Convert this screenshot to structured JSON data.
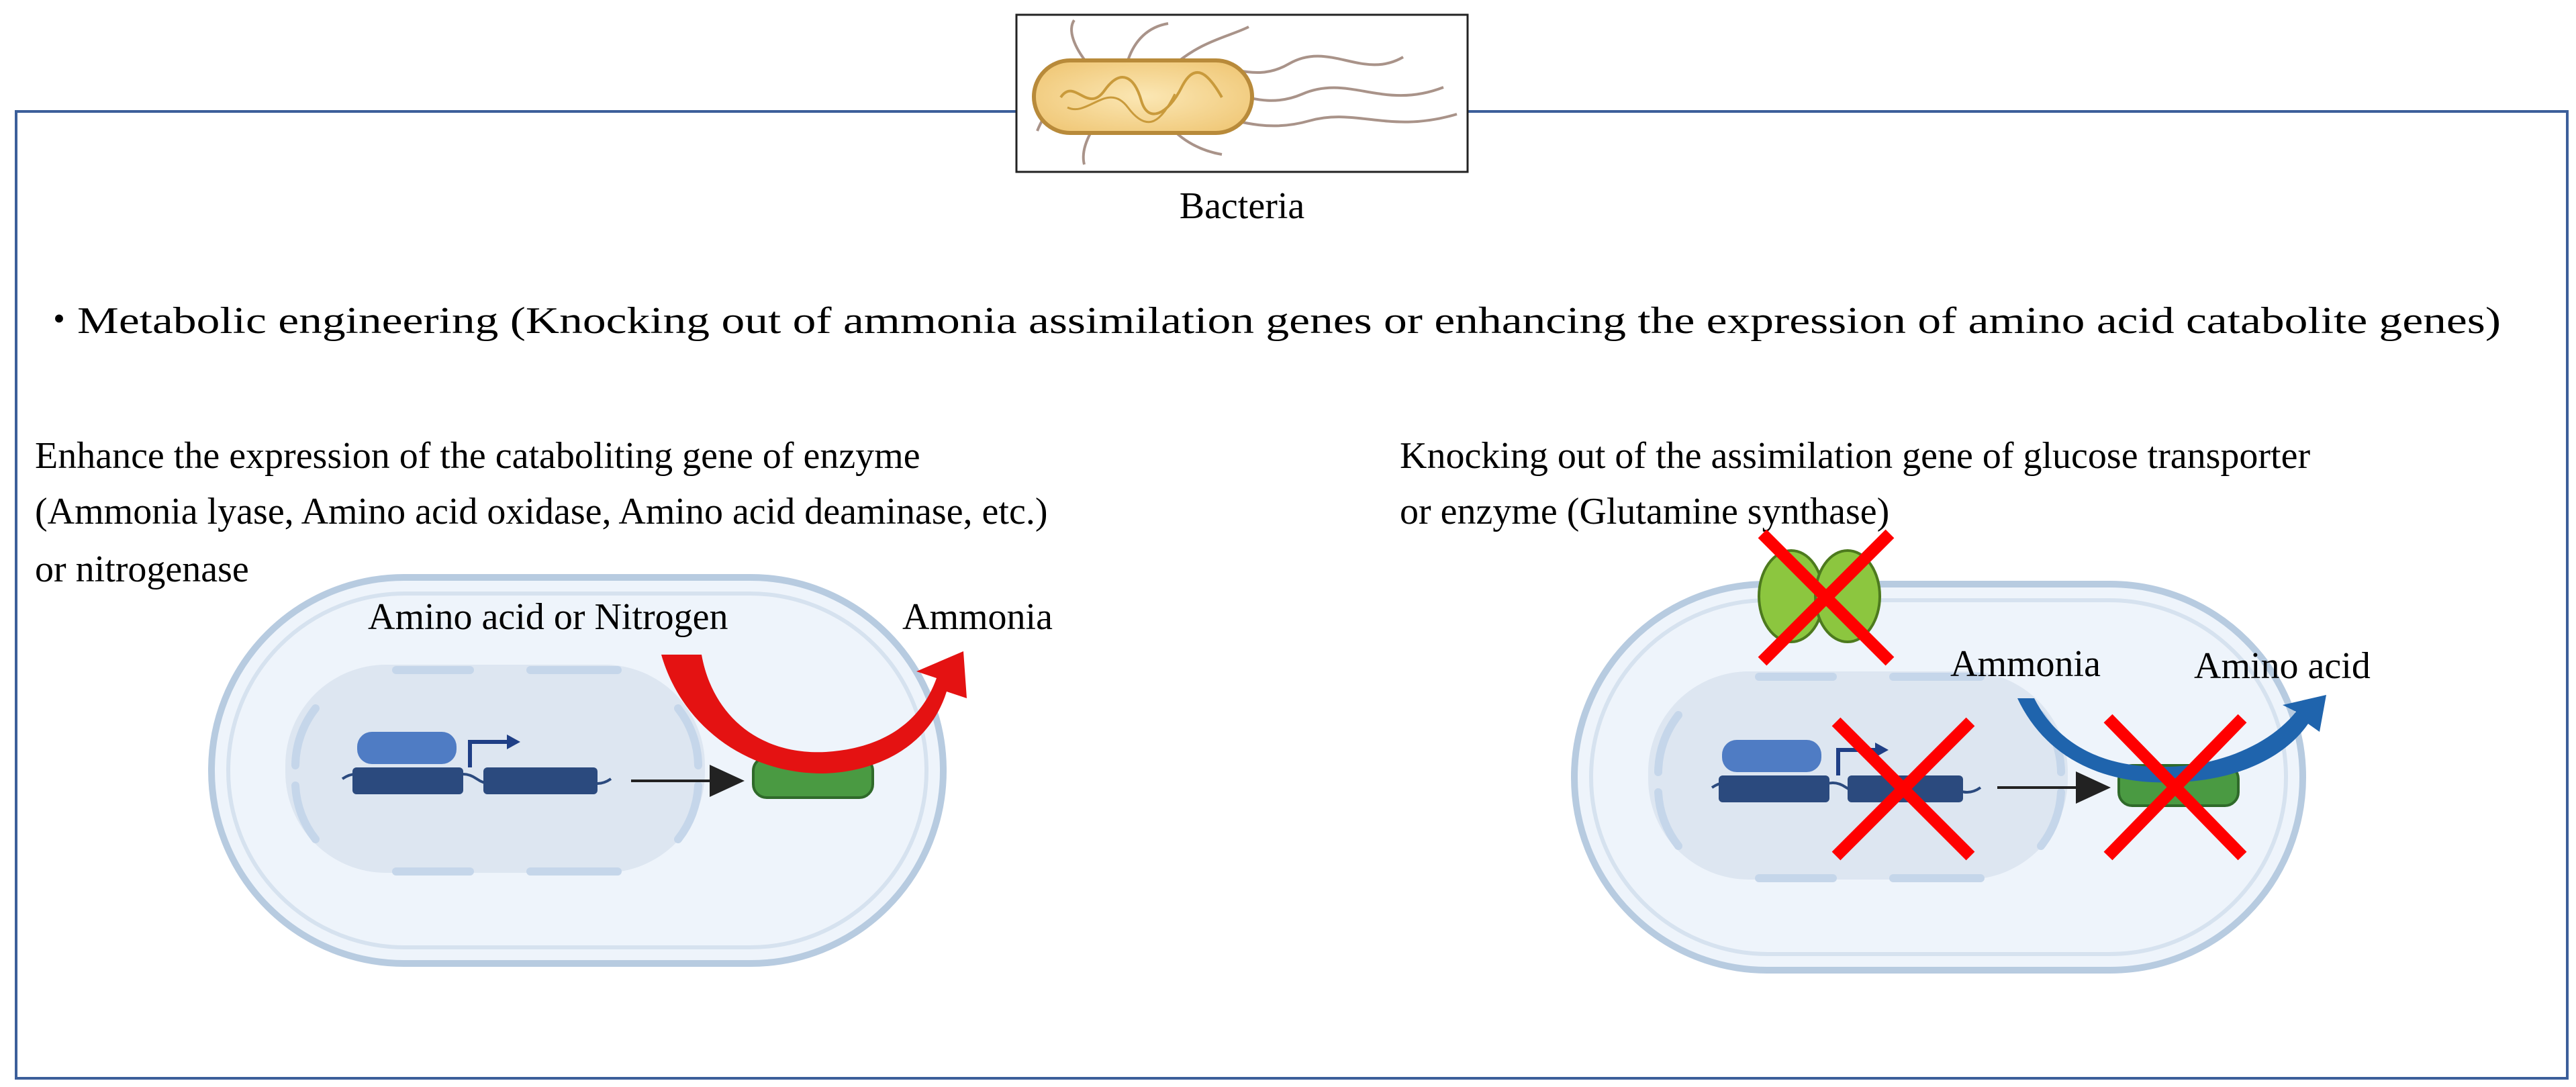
{
  "header": {
    "icon_name": "bacterium-icon",
    "label": "Bacteria"
  },
  "intro": {
    "bullet": "・",
    "text": "Metabolic engineering (Knocking out of ammonia assimilation genes or enhancing the expression of amino acid catabolite genes)"
  },
  "left_panel": {
    "heading_line1": "Enhance the expression of the cataboliting gene of enzyme",
    "heading_line2": "(Ammonia lyase, Amino acid oxidase, Amino acid deaminase, etc.)",
    "heading_line3": "or nitrogenase",
    "substrate_label": "Amino acid or Nitrogen",
    "product_label": "Ammonia",
    "arrow_color": "#e41212",
    "enzyme_color": "#4a9a42"
  },
  "right_panel": {
    "heading_line1": "Knocking out of the assimilation gene of glucose transporter",
    "heading_line2": "or enzyme (Glutamine synthase)",
    "substrate_label": "Ammonia",
    "product_label": "Amino acid",
    "arrow_color": "#1f64ad",
    "knockout_color": "#ff0000",
    "transporter_color": "#8cc63f"
  },
  "colors": {
    "frame": "#3c5f9a",
    "cell_fill": "#eef4fb",
    "cell_stroke": "#b7cbe0",
    "gene_dark": "#2b4a7e",
    "gene_light": "#4f7cc4"
  }
}
